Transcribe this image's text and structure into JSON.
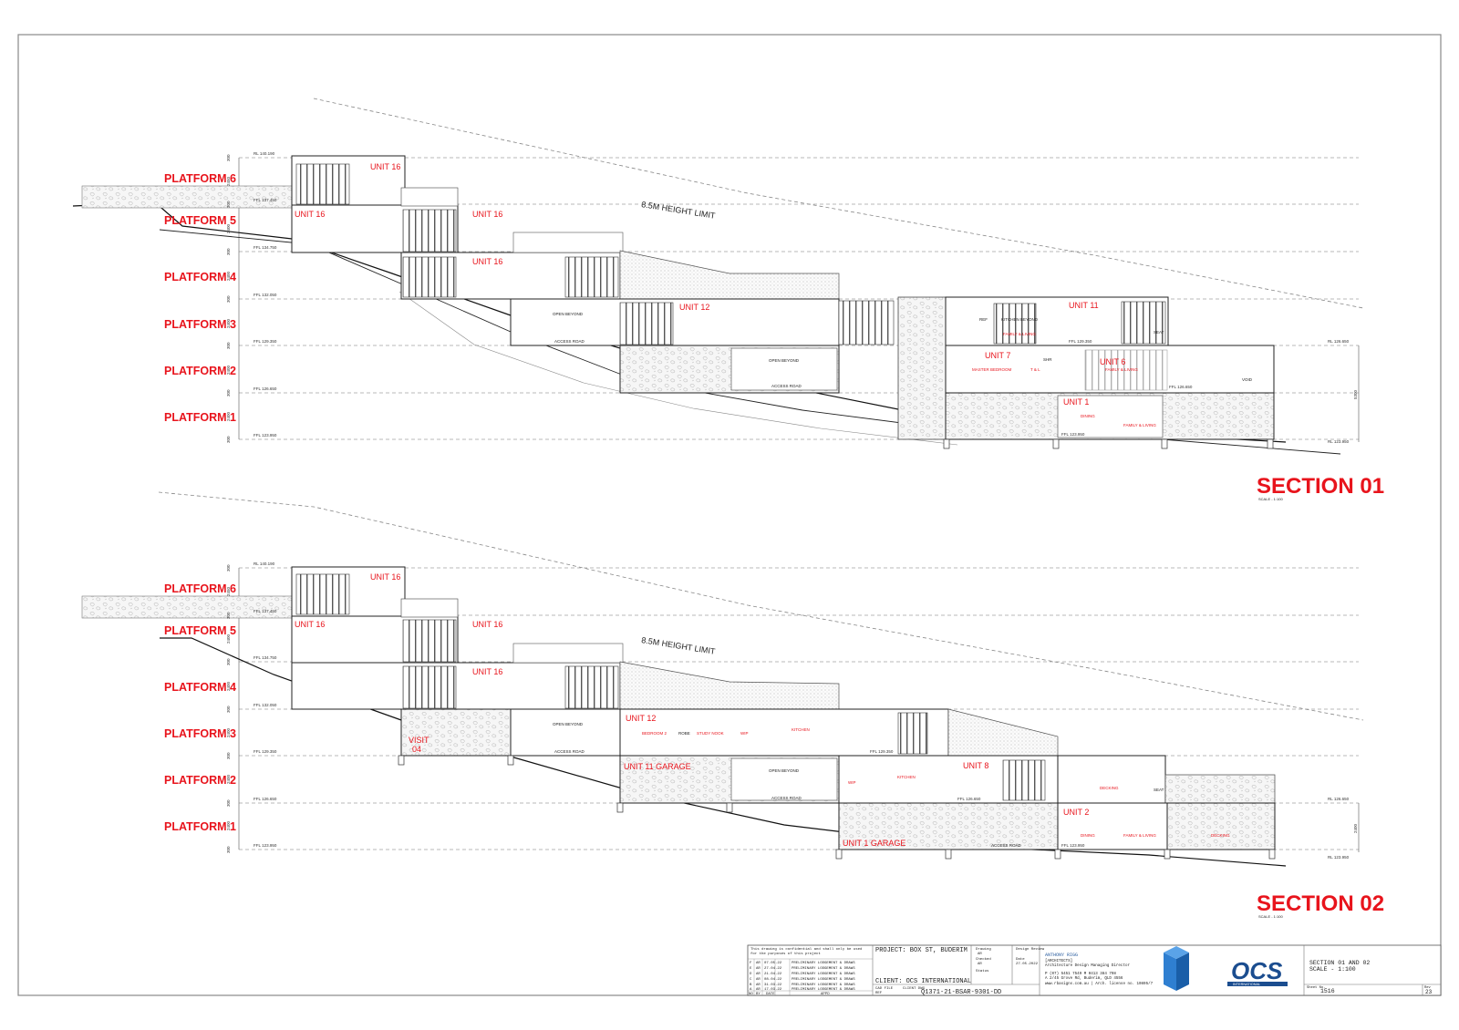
{
  "platforms": [
    "PLATFORM 6",
    "PLATFORM 5",
    "PLATFORM 4",
    "PLATFORM 3",
    "PLATFORM 2",
    "PLATFORM 1"
  ],
  "height_limit": "8.5M HEIGHT LIMIT",
  "section1": {
    "title": "SECTION 01",
    "scale": "SCALE - 1:100",
    "units": [
      {
        "label": "UNIT 16"
      },
      {
        "label": "UNIT 16"
      },
      {
        "label": "UNIT 16"
      },
      {
        "label": "UNIT 16"
      },
      {
        "label": "UNIT 12"
      },
      {
        "label": "UNIT 11"
      },
      {
        "label": "UNIT 7"
      },
      {
        "label": "UNIT 6"
      },
      {
        "label": "UNIT 1"
      }
    ],
    "rooms": [
      "KITCHEN BEYOND",
      "FAMILY & LIVING",
      "MASTER BEDROOM",
      "T & L",
      "FAMILY & LIVING",
      "DINING",
      "FAMILY & LIVING"
    ],
    "notes": [
      "OPEN BEYOND",
      "ACCESS ROAD",
      "OPEN BEYOND",
      "ACCESS ROAD",
      "VOID",
      "REF",
      "SEAT",
      "SHR"
    ],
    "levels": [
      "RL 140.190",
      "FFL 137.450",
      "FFL 134.750",
      "FFL 132.050",
      "FFL 129.350",
      "FFL 126.650",
      "FFL 123.950",
      "RL 126.650",
      "RL 123.950",
      "FFL 126.650",
      "FFL 129.350",
      "FFL 123.950"
    ],
    "dims": [
      "300",
      "2450",
      "300",
      "2400",
      "300",
      "2400",
      "300",
      "2400",
      "300",
      "2400",
      "300",
      "2400",
      "300",
      "5300"
    ]
  },
  "section2": {
    "title": "SECTION 02",
    "scale": "SCALE - 1:100",
    "units": [
      {
        "label": "UNIT 16"
      },
      {
        "label": "UNIT 16"
      },
      {
        "label": "UNIT 16"
      },
      {
        "label": "UNIT 16"
      },
      {
        "label": "UNIT 12"
      },
      {
        "label": "UNIT 11  GARAGE"
      },
      {
        "label": "UNIT 8"
      },
      {
        "label": "UNIT 2"
      },
      {
        "label": "UNIT 1  GARAGE"
      }
    ],
    "visit": [
      "VISIT",
      "04"
    ],
    "rooms": [
      "BEDROOM 2",
      "STUDY NOOK",
      "WIP",
      "KITCHEN",
      "KITCHEN",
      "DECKING",
      "DINING",
      "FAMILY & LIVING",
      "DECKING",
      "WIP"
    ],
    "notes": [
      "OPEN BEYOND",
      "ACCESS ROAD",
      "OPEN BEYOND",
      "ACCESS ROAD",
      "ACCESS ROAD",
      "SEAT",
      "ROBE"
    ],
    "levels": [
      "RL 140.190",
      "FFL 137.450",
      "FFL 134.750",
      "FFL 132.050",
      "FFL 129.350",
      "FFL 126.650",
      "FFL 123.950",
      "RL 126.650",
      "RL 123.950",
      "FFL 129.350",
      "FFL 126.650",
      "FFL 123.950"
    ],
    "dims": [
      "300",
      "2450",
      "300",
      "2400",
      "300",
      "2400",
      "300",
      "2400",
      "300",
      "2400",
      "300",
      "2400",
      "300",
      "2400"
    ]
  },
  "title_block": {
    "disclaimer_1": "This drawing is confidential and shall only be used",
    "disclaimer_2": "for the purposes of this project",
    "revisions": [
      {
        "rev": "F",
        "by": "AR",
        "date": "07.05.22",
        "desc": "PRELIMINARY LODGEMENT & DRAWS"
      },
      {
        "rev": "E",
        "by": "AR",
        "date": "27.04.22",
        "desc": "PRELIMINARY LODGEMENT & DRAWS"
      },
      {
        "rev": "D",
        "by": "AR",
        "date": "21.04.22",
        "desc": "PRELIMINARY LODGEMENT & DRAWS"
      },
      {
        "rev": "C",
        "by": "AR",
        "date": "08.04.22",
        "desc": "PRELIMINARY LODGEMENT & DRAWS"
      },
      {
        "rev": "B",
        "by": "AR",
        "date": "31.03.22",
        "desc": "PRELIMINARY LODGEMENT & DRAWS"
      },
      {
        "rev": "A",
        "by": "AR",
        "date": "17.03.22",
        "desc": "PRELIMINARY LODGEMENT & DRAWS"
      }
    ],
    "rev_headers": [
      "NO",
      "BY",
      "DATE",
      "APPD"
    ],
    "project": "PROJECT: BOX ST, BUDERIM",
    "client": "CLIENT: OCS INTERNATIONAL",
    "drawing_label": "Drawing",
    "drawn_by": "AR",
    "checked_label": "Checked",
    "checked_by": "AR",
    "design_review_label": "Design Review",
    "date_label": "Date",
    "date": "27.05.2022",
    "status_label": "Status",
    "cad_label": "CAD FILE",
    "cad_value": "REF",
    "client_dwg_label": "CLIENT DWG",
    "drawing_number": "Q1371-21-BSAR-9301-DD",
    "firm_name": "ANTHONY RIGG",
    "firm_sub": "[ARCHITECTS]",
    "firm_role": "Architecture Design Managing Director",
    "firm_phone": "P (07) 5451 7549  M 0413 384 798",
    "firm_address": "A 2/45 Grove Rd, Buderim, QLD 4556",
    "firm_web": "www.rbasigns.com.au | Arch. license no. 10805/7",
    "client_logo": "OCS",
    "client_logo_sub": "INTERNATIONAL",
    "sheet_title_1": "SECTION 01 AND 02",
    "sheet_title_2": "SCALE - 1:100",
    "sheet_label": "Sheet No.",
    "sheet_number": "1516",
    "rev_label": "Rev",
    "sheet_rev": "23"
  }
}
